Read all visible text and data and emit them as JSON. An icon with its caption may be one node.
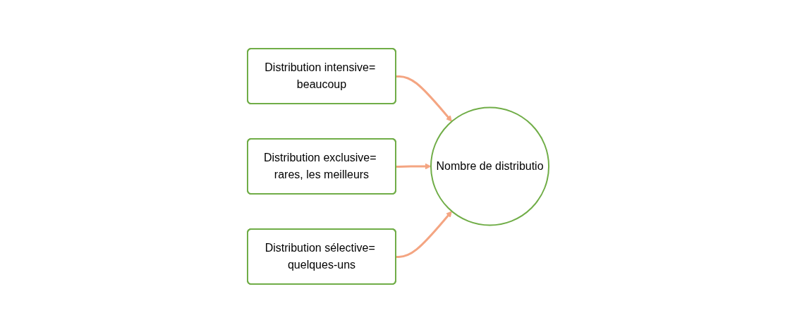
{
  "diagram": {
    "nodes": [
      {
        "text": [
          "Distribution intensive= beaucoup"
        ]
      },
      {
        "text": [
          "Distribution exclusive= rares, les meilleurs"
        ]
      },
      {
        "text": [
          "Nombre de distributio"
        ]
      },
      {
        "text": [
          "Distribution sélective= quelques-uns"
        ]
      }
    ],
    "edges": [
      {
        "from": 0,
        "to": 2,
        "arrow": "to"
      },
      {
        "from": 1,
        "to": 2,
        "arrow": "to"
      },
      {
        "from": 3,
        "to": 2,
        "arrow": "to"
      }
    ]
  }
}
